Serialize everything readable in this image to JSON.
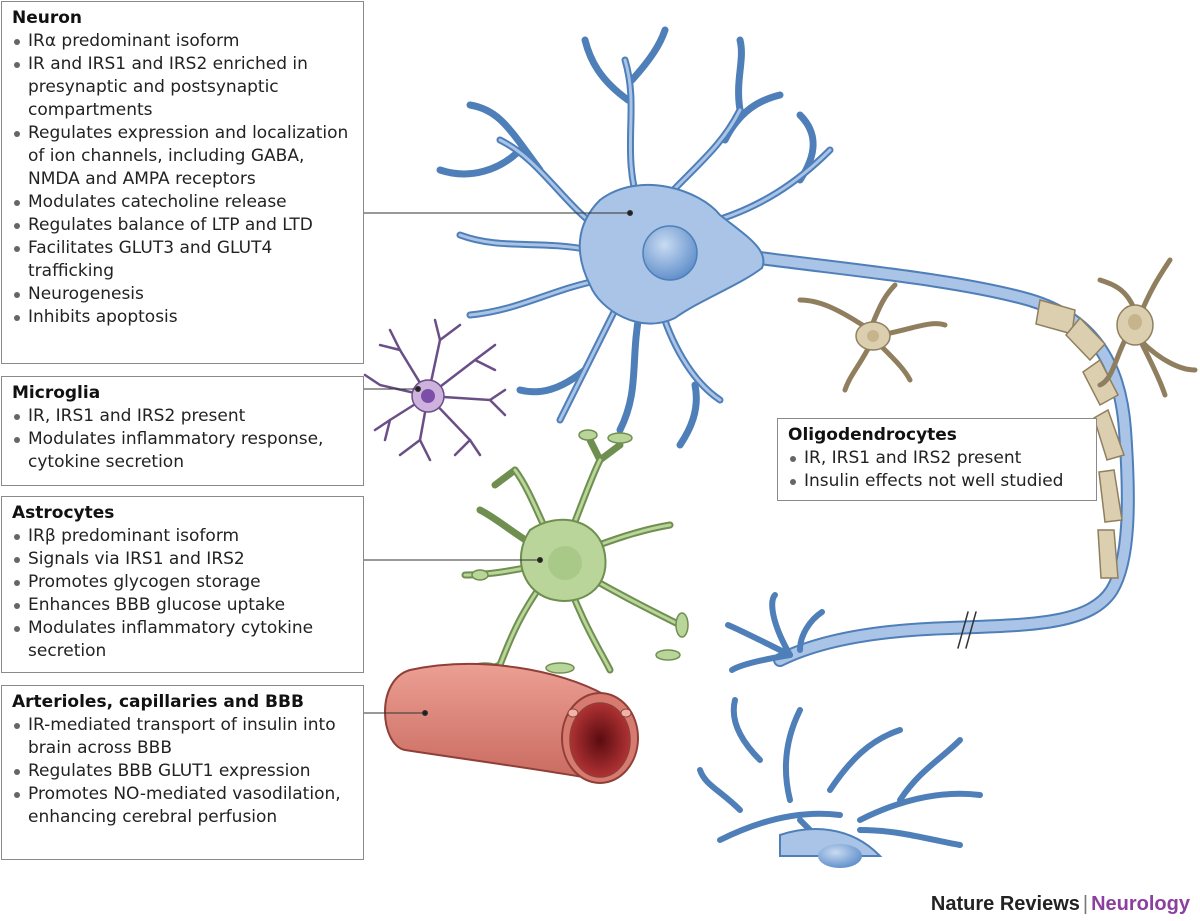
{
  "neuron": {
    "title": "Neuron",
    "items": [
      "IRα predominant isoform",
      "IR and IRS1 and IRS2 enriched in presynaptic and postsynaptic compartments",
      "Regulates expression and localization of ion channels, including GABA, NMDA and AMPA receptors",
      "Modulates catecholine release",
      "Regulates balance of LTP and LTD",
      "Facilitates GLUT3 and GLUT4 trafficking",
      "Neurogenesis",
      "Inhibits apoptosis"
    ]
  },
  "microglia": {
    "title": "Microglia",
    "items": [
      "IR, IRS1 and IRS2 present",
      "Modulates inflammatory response, cytokine secretion"
    ]
  },
  "astrocytes": {
    "title": "Astrocytes",
    "items": [
      "IRβ predominant isoform",
      "Signals via IRS1 and IRS2",
      "Promotes glycogen storage",
      "Enhances BBB glucose uptake",
      "Modulates inflammatory cytokine secretion"
    ]
  },
  "bbb": {
    "title": "Arterioles, capillaries and BBB",
    "items": [
      "IR-mediated transport of insulin into brain across BBB",
      "Regulates BBB GLUT1 expression",
      "Promotes NO-mediated vasodilation, enhancing cerebral perfusion"
    ]
  },
  "oligodendrocytes": {
    "title": "Oligodendrocytes",
    "items": [
      "IR, IRS1 and IRS2 present",
      "Insulin effects not well studied"
    ]
  },
  "footer": {
    "journal": "Nature Reviews",
    "separator": "|",
    "subject": "Neurology"
  },
  "colors": {
    "neuron": "#a9c4e6",
    "neuron_stroke": "#4f7fb8",
    "microglia": "#cdb2de",
    "astrocyte": "#b9d59a",
    "oligodendrocyte": "#dccfb0",
    "vessel": "#df8a7e",
    "accent": "#8b3f9e"
  }
}
